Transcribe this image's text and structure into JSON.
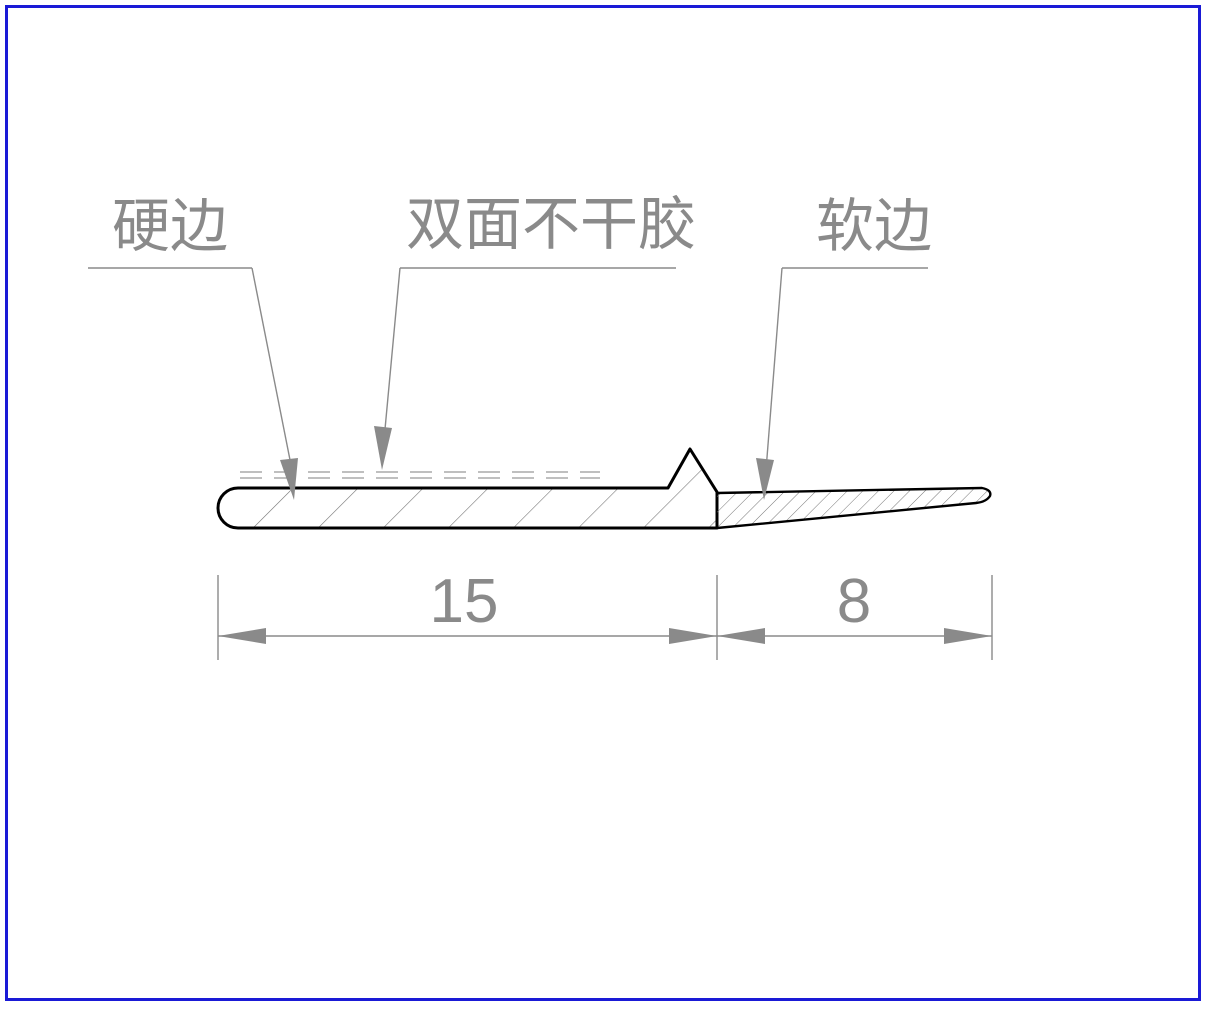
{
  "labels": {
    "hard_edge": "硬边",
    "adhesive": "双面不干胶",
    "soft_edge": "软边"
  },
  "dimensions": {
    "hard_width": "15",
    "soft_width": "8"
  },
  "colors": {
    "frame_border": "#1a1ad6",
    "annotation_gray": "#8a8a8a",
    "outline": "#000000"
  }
}
